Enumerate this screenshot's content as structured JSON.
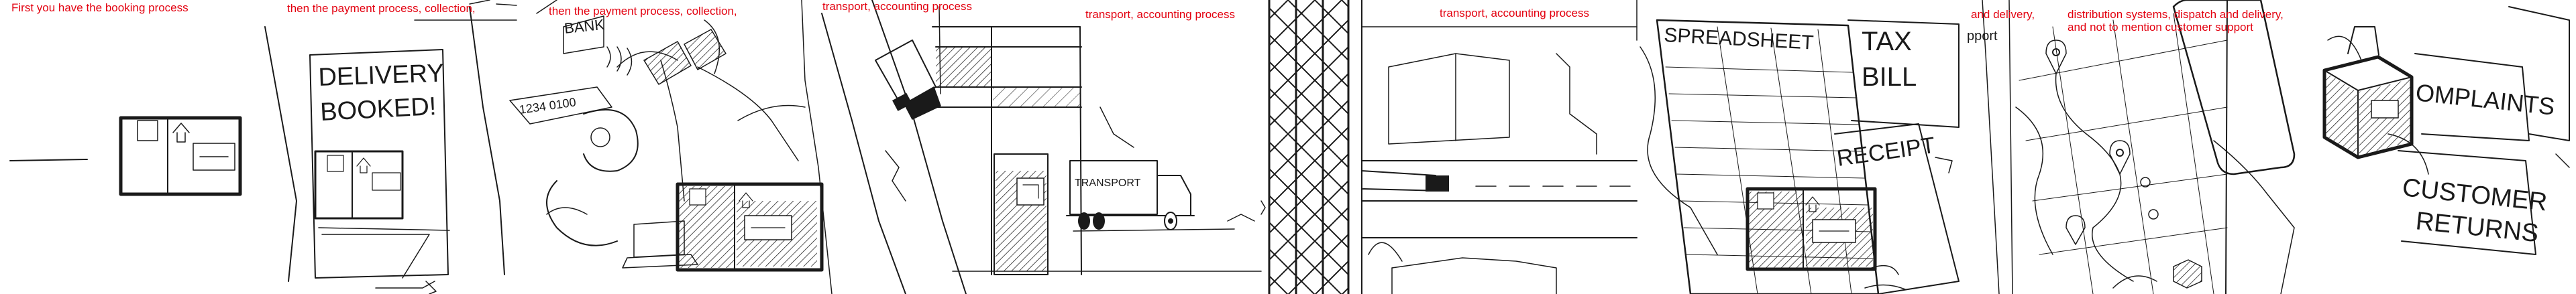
{
  "captions": {
    "booking": "First you have the booking process",
    "payment_a": "then the payment process, collection,",
    "payment_b": "then the payment process, collection,",
    "transport_a": "transport, accounting process",
    "transport_b": "transport, accounting process",
    "transport_c": "transport, accounting process",
    "delivery_fragment": "and delivery,",
    "distribution_line1": "distribution systems, dispatch and delivery,",
    "distribution_line2": "and not to mention customer support"
  },
  "sketch_labels": {
    "delivery_booked_line1": "DELIVERY",
    "delivery_booked_line2": "BOOKED!",
    "bank": "BANK",
    "card_number": "1234 0100",
    "transport_truck": "TRANSPORT",
    "spreadsheet": "SPREADSHEET",
    "tax": "TAX",
    "bill": "BILL",
    "receipt": "RECEIPT",
    "support_fragment": "pport",
    "complaints": "OMPLAINTS",
    "customer": "CUSTOMER",
    "returns": "RETURNS"
  },
  "colors": {
    "caption": "#e3000f",
    "ink": "#1a1a1a",
    "background": "#ffffff"
  }
}
